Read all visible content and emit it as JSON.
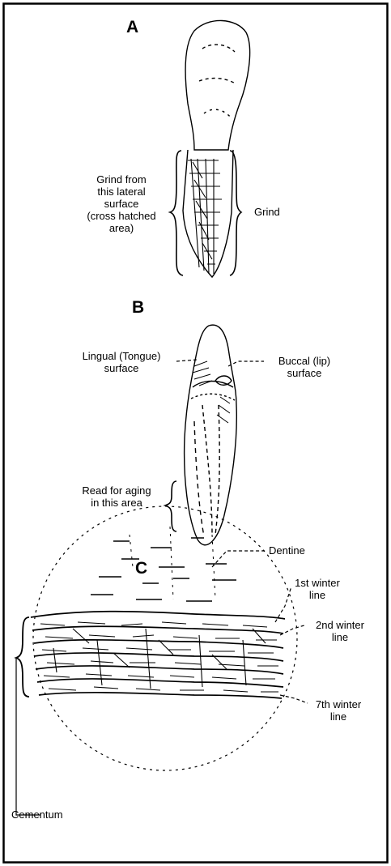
{
  "panels": {
    "a": {
      "letter": "A",
      "grind_from_lines": [
        "Grind from",
        "this lateral",
        "surface",
        "(cross hatched",
        "area)"
      ],
      "grind": "Grind"
    },
    "b": {
      "letter": "B",
      "lingual_lines": [
        "Lingual (Tongue)",
        "surface"
      ],
      "buccal_lines": [
        "Buccal (lip)",
        "surface"
      ],
      "read_lines": [
        "Read for aging",
        "in this area"
      ]
    },
    "c": {
      "letter": "C",
      "dentine": "Dentine",
      "first_winter_lines": [
        "1st winter",
        "line"
      ],
      "second_winter_lines": [
        "2nd winter",
        "line"
      ],
      "seventh_winter_lines": [
        "7th winter",
        "line"
      ],
      "cementum": "Cementum"
    }
  },
  "colors": {
    "ink": "#000000",
    "paper": "#ffffff"
  }
}
